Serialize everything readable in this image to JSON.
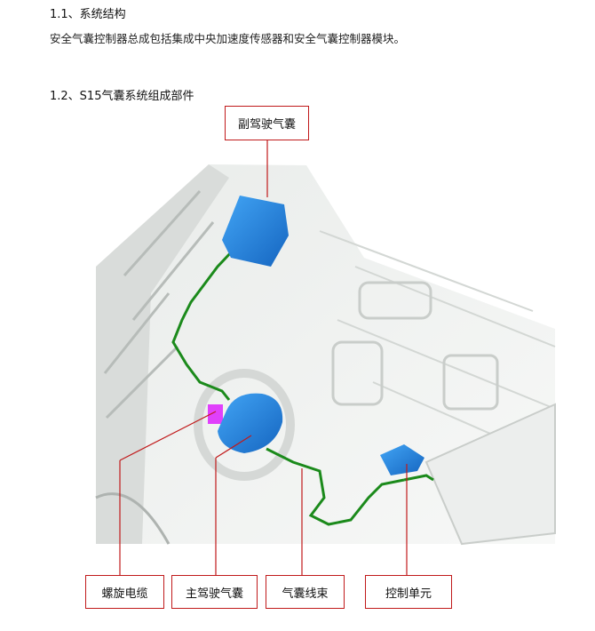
{
  "section_1_1": {
    "heading": "1.1、系统结构",
    "text": "安全气囊控制器总成包括集成中央加速度传感器和安全气囊控制器模块。"
  },
  "section_1_2": {
    "heading": "1.2、S15气囊系统组成部件"
  },
  "figure": {
    "labels": {
      "passenger_airbag": "副驾驶气囊",
      "clock_spring": "螺旋电缆",
      "driver_airbag": "主驾驶气囊",
      "harness": "气囊线束",
      "control_unit": "控制单元"
    },
    "colors": {
      "callout_border": "#c0191a",
      "airbag": "#1e88e5",
      "harness": "#1b8a1b",
      "clock_spring": "#e040fb"
    }
  }
}
